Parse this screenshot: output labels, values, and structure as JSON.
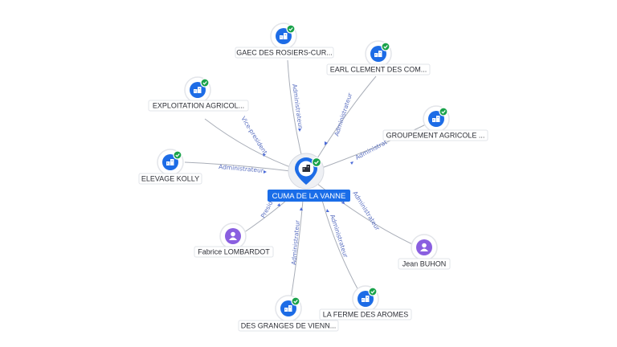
{
  "center": {
    "label": "CUMA DE LA VANNE",
    "icon": "building-icon",
    "verified": true
  },
  "nodes": [
    {
      "id": "gaec",
      "label": "GAEC DES ROSIERS-CUR...",
      "kind": "company",
      "verified": true,
      "edge_label": "Administrateur"
    },
    {
      "id": "earl",
      "label": "EARL CLEMENT DES COM...",
      "kind": "company",
      "verified": true,
      "edge_label": "Administrateur"
    },
    {
      "id": "exploitation",
      "label": "EXPLOITATION AGRICOL...",
      "kind": "company",
      "verified": true,
      "edge_label": "Vice-president"
    },
    {
      "id": "groupement",
      "label": "GROUPEMENT AGRICOLE ...",
      "kind": "company",
      "verified": true,
      "edge_label": "Administrat"
    },
    {
      "id": "elevage",
      "label": "ELEVAGE KOLLY",
      "kind": "company",
      "verified": true,
      "edge_label": "Administrateur"
    },
    {
      "id": "fabrice",
      "label": "Fabrice LOMBARDOT",
      "kind": "person",
      "verified": false,
      "edge_label": "Presid"
    },
    {
      "id": "jean",
      "label": "Jean BUHON",
      "kind": "person",
      "verified": false,
      "edge_label": "Administrateur"
    },
    {
      "id": "granges",
      "label": "DES GRANGES DE VIENN...",
      "kind": "company",
      "verified": true,
      "edge_label": "Administrateur"
    },
    {
      "id": "ferme",
      "label": "LA FERME DES AROMES",
      "kind": "company",
      "verified": true,
      "edge_label": "Administrateur"
    }
  ],
  "colors": {
    "company": "#1d6ce6",
    "person": "#8a5fe0",
    "verified": "#19a24a",
    "center_label_bg": "#1a6de8",
    "edge_label": "#5a6fc0"
  }
}
